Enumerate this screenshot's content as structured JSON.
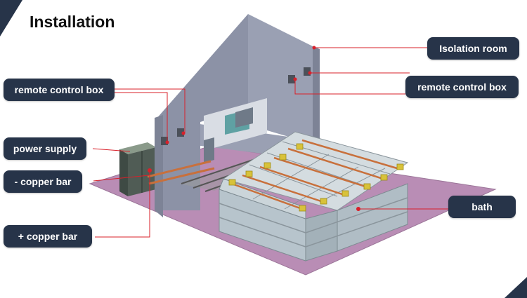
{
  "title": "Installation",
  "labels": {
    "remote_control_box_left": "remote control box",
    "power_supply": "power supply",
    "minus_copper_bar": "- copper bar",
    "plus_copper_bar": "+ copper bar",
    "isolation_room": "Isolation room",
    "remote_control_box_right": "remote control box",
    "bath": "bath"
  },
  "colors": {
    "label_background": "#273449",
    "leader_line": "#d9202a",
    "floor": "#b98db5",
    "wall": "#8f95a8",
    "tank": "#b7c4cc",
    "copper": "#c8703c",
    "clamp": "#d8c23a"
  }
}
